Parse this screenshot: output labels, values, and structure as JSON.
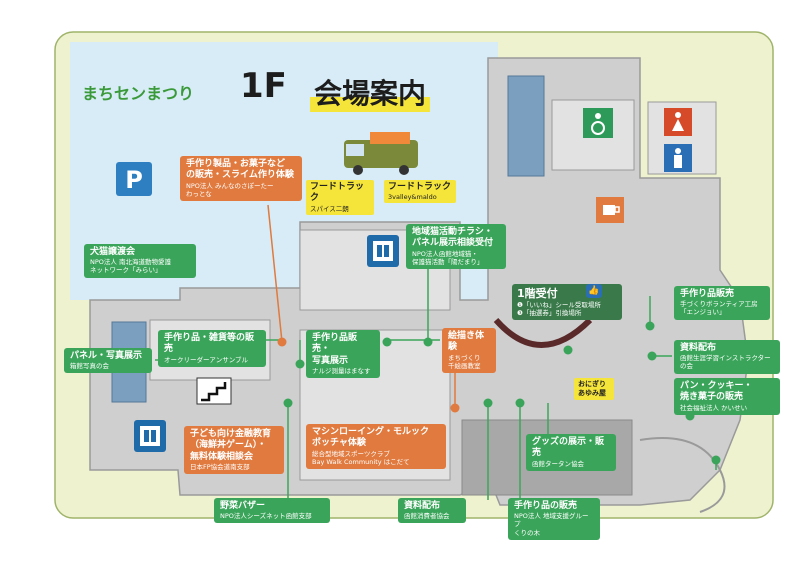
{
  "header": {
    "event_name": "まちセンまつり",
    "floor": "1F",
    "title": "会場案内"
  },
  "facilities": {
    "parking": "P",
    "reception_title": "1階受付",
    "reception_item1": "❶「いいね」シール受取場所",
    "reception_item2": "❸「抽選券」引換場所",
    "onigiri": "おにぎり\nあゆみ屋"
  },
  "booths": {
    "handmade_sweets": {
      "title": "手作り製品・お菓子など\nの販売・スライム作り体験",
      "org": "NPO法人 みんなのさぽーたー\nわっとな"
    },
    "food_truck_1": {
      "title": "フードトラック",
      "org": "スパイス二朗"
    },
    "food_truck_2": {
      "title": "フードトラック",
      "org": "3valley&maldo"
    },
    "dog_cat": {
      "title": "犬猫譲渡会",
      "org": "NPO法人 南北海道動物愛護\nネットワーク「みらい」"
    },
    "community_cat": {
      "title": "地域猫活動チラシ・\nパネル展示相談受付",
      "org": "NPO法人函館地域猫・\n保護猫活動「陽だまり」"
    },
    "handmade_goods": {
      "title": "手作り品・雑貨等の販売",
      "org": "オークリーダーアンサンブル"
    },
    "handmade_photo": {
      "title": "手作り品販売・\n写真展示",
      "org": "ナルジ測量はまなす"
    },
    "panel_photo": {
      "title": "パネル・写真展示",
      "org": "箱館写真の会"
    },
    "kids_finance": {
      "title": "子ども向け金融教育\n（海鮮丼ゲーム）・\n無料体験相談会",
      "org": "日本FP協会道南支部"
    },
    "rowing": {
      "title": "マシンローイング・モルック\nボッチャ体験",
      "org": "総合型地域スポーツクラブ\nBay Walk Community はこだて"
    },
    "painting": {
      "title": "絵描き体験",
      "org": "まちづくり\n千絵画教室"
    },
    "handmade_r1": {
      "title": "手作り品販売",
      "org": "手づくりボランティア工房\n「エンジョい」"
    },
    "materials_r": {
      "title": "資料配布",
      "org": "函館生涯学習インストラクターの会"
    },
    "bread": {
      "title": "パン・クッキー・\n焼き菓子の販売",
      "org": "社会福祉法人 かいせい"
    },
    "goods_display": {
      "title": "グッズの展示・販売",
      "org": "函館タータン協会"
    },
    "vegetable": {
      "title": "野菜バザー",
      "org": "NPO法人シーズネット函館支部"
    },
    "materials_b": {
      "title": "資料配布",
      "org": "函館消費者協会"
    },
    "handmade_b": {
      "title": "手作り品の販売",
      "org": "NPO法人 地域支援グループ\nくりの木"
    }
  },
  "colors": {
    "bg": "#eef2cf",
    "parking_area": "#d7ecf6",
    "building": "#d4d4d4",
    "green": "#3aa55a",
    "orange": "#e07a3e",
    "yellow": "#f5e43a",
    "restroom_red": "#d64a2a",
    "restroom_blue": "#2a6fb5",
    "parking_blue": "#2e7fc1"
  },
  "icons": [
    "parking-icon",
    "food-truck-icon",
    "elevator-icon",
    "stairs-icon",
    "accessible-restroom-icon",
    "women-restroom-icon",
    "men-restroom-icon",
    "cafe-icon",
    "thumbs-up-icon"
  ]
}
